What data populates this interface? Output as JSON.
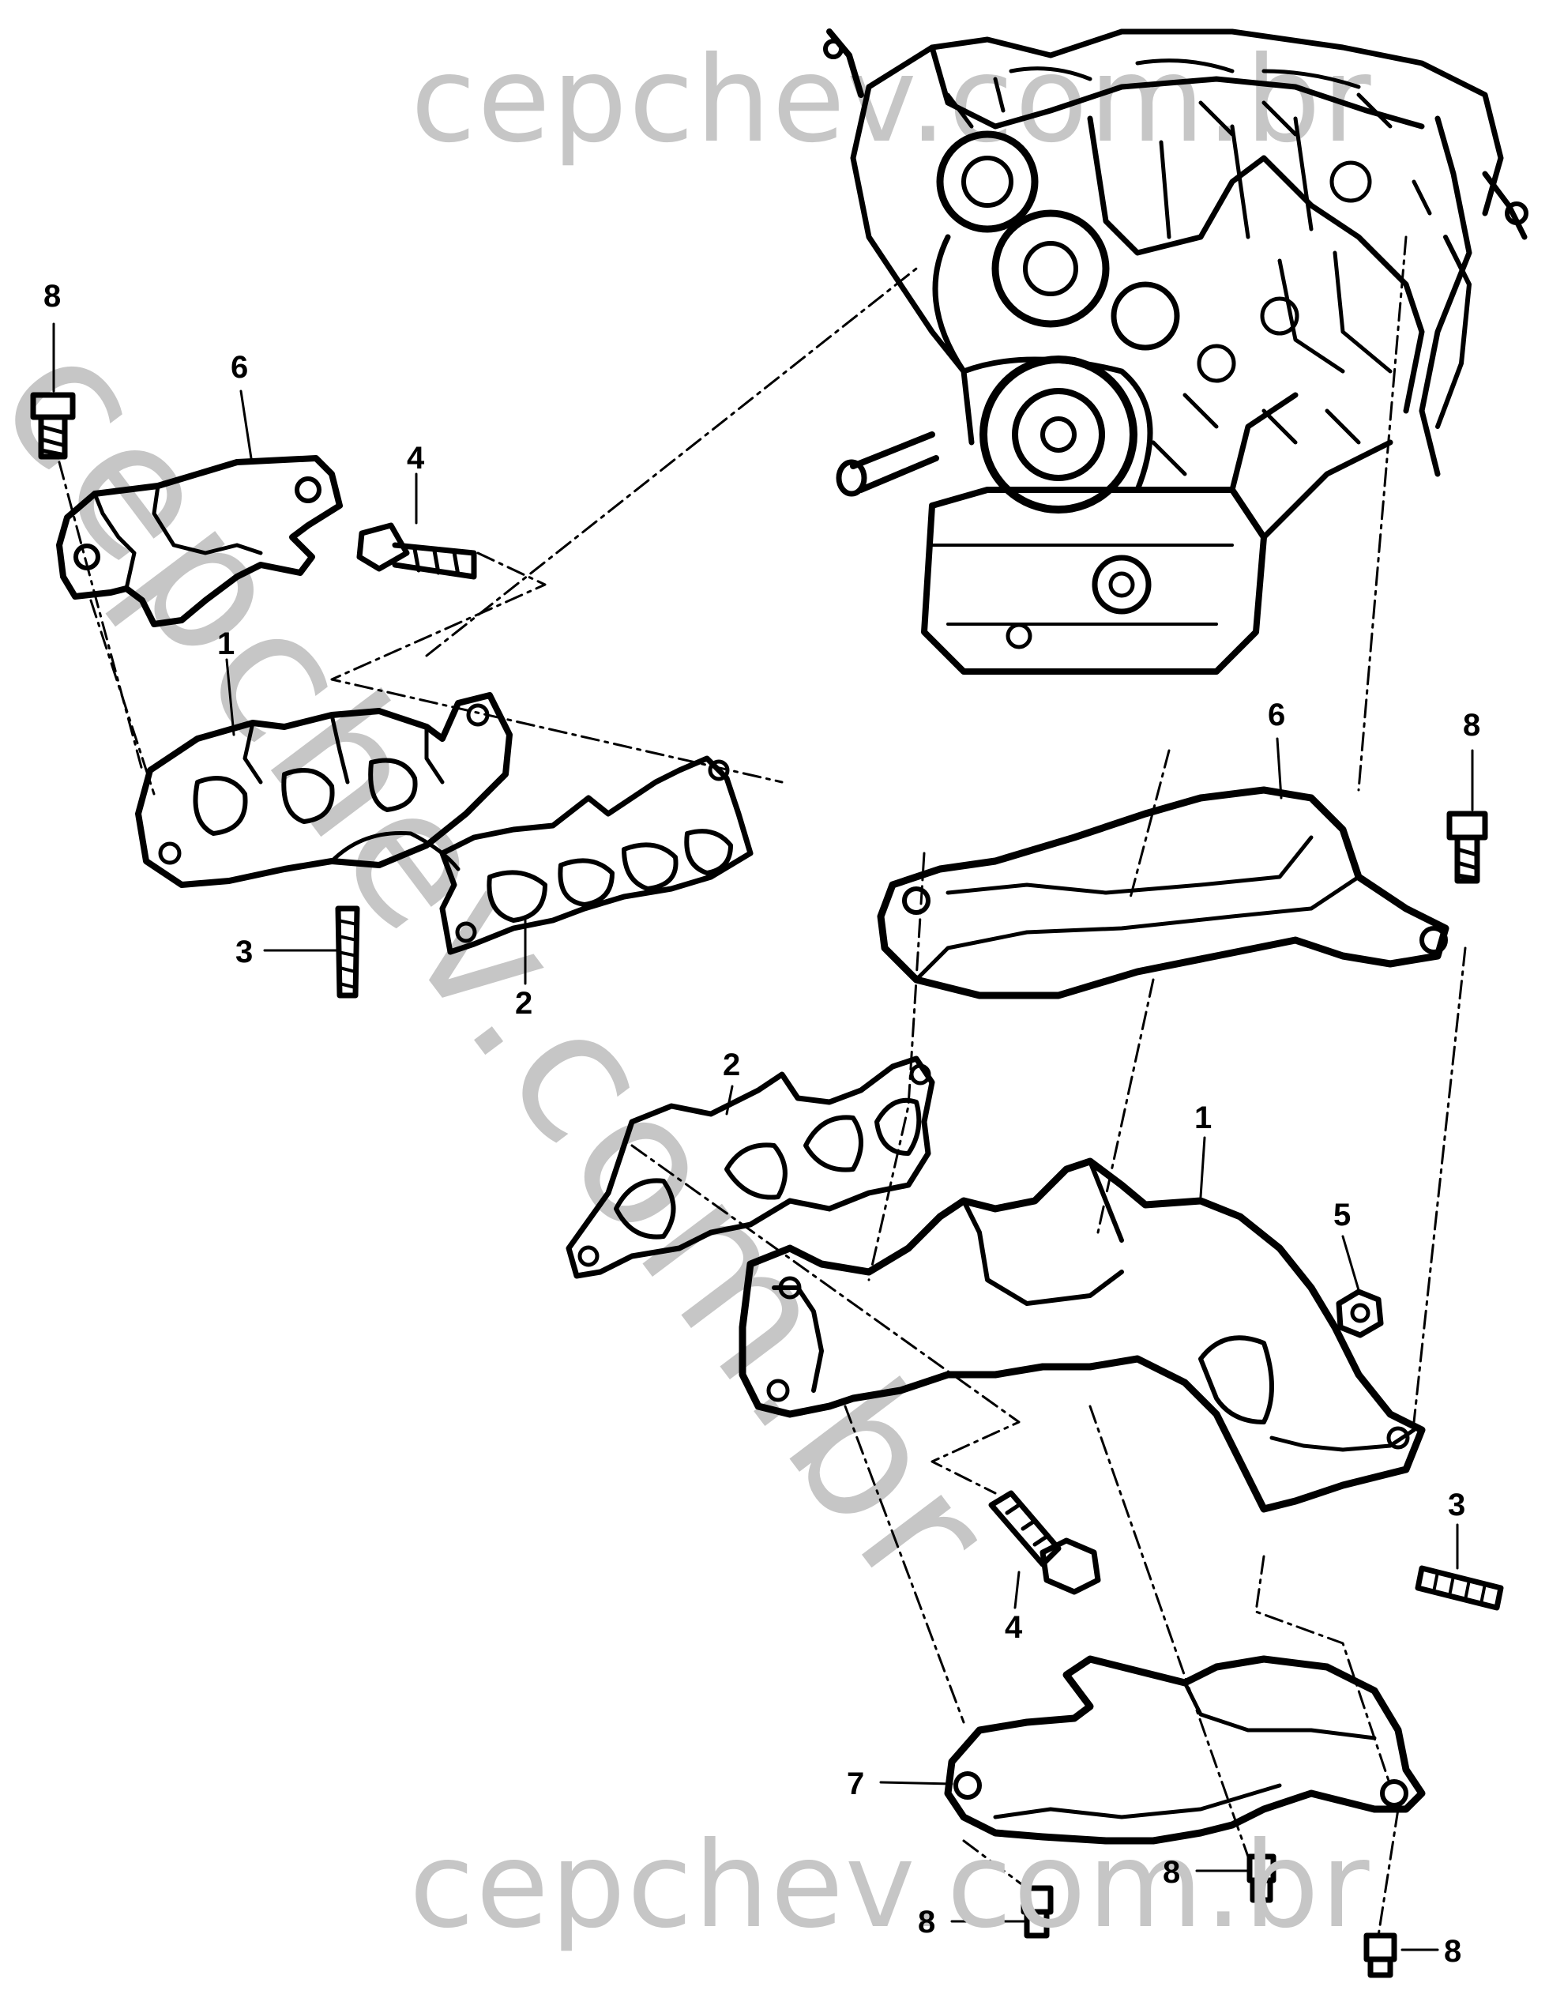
{
  "watermarks": {
    "top": "cepchev.com.br",
    "diagonal": "cepchev.com.br",
    "bottom": "cepchev.com.br"
  },
  "callouts": {
    "c8a": "8",
    "c6a": "6",
    "c4a": "4",
    "c1a": "1",
    "c3a": "3",
    "c2a": "2",
    "c6b": "6",
    "c8b": "8",
    "c2b": "2",
    "c1b": "1",
    "c5": "5",
    "c3b": "3",
    "c4b": "4",
    "c7": "7",
    "c8c": "8",
    "c8d": "8",
    "c8e": "8"
  }
}
